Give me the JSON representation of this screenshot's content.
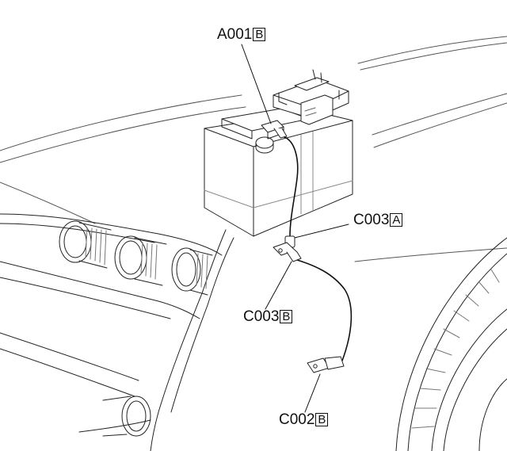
{
  "labels": {
    "a001": {
      "code": "A001",
      "variant": "B"
    },
    "c003a": {
      "code": "C003",
      "variant": "A"
    },
    "c003b": {
      "code": "C003",
      "variant": "B"
    },
    "c002b": {
      "code": "C002",
      "variant": "B"
    }
  },
  "colors": {
    "line": "#111111",
    "background": "#ffffff"
  }
}
